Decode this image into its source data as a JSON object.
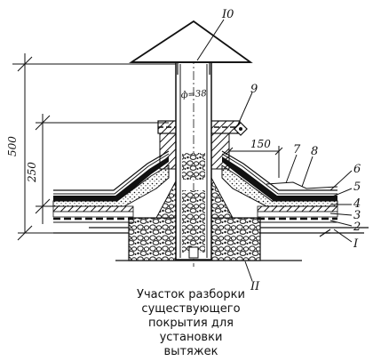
{
  "labels": {
    "cap": "I0",
    "diameter": "ф=38",
    "clamp": "9",
    "offset": "150",
    "l7": "7",
    "l8": "8",
    "l6": "6",
    "l5": "5",
    "l4": "4",
    "l3": "3",
    "l2": "2",
    "l1": "I",
    "base": "II",
    "height_total": "500",
    "height_lower": "250"
  },
  "caption": {
    "line1": "Участок разборки",
    "line2": "существующего",
    "line3": "покрытия для",
    "line4": "установки",
    "line5": "вытяжек"
  }
}
